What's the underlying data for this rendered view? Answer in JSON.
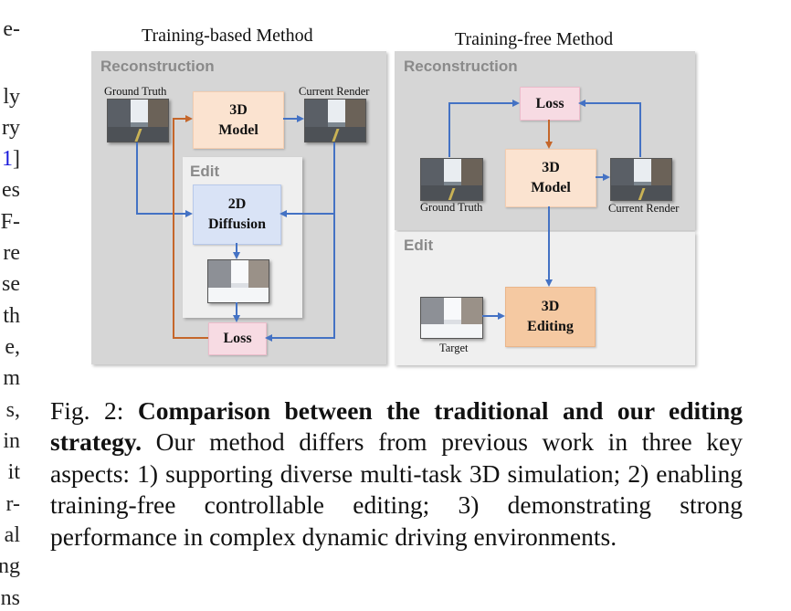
{
  "left_column": {
    "fragments": [
      {
        "text": "e-",
        "link": false
      },
      {
        "text": "ly",
        "link": false
      },
      {
        "text": "ry",
        "link": false
      },
      {
        "text": "1",
        "link": true
      },
      {
        "text": "]",
        "link": false
      },
      {
        "text": "es",
        "link": false
      },
      {
        "text": "F-",
        "link": false
      },
      {
        "text": "re",
        "link": false
      },
      {
        "text": "se",
        "link": false
      },
      {
        "text": "th",
        "link": false
      },
      {
        "text": "e,",
        "link": false
      },
      {
        "text": "m",
        "link": false
      },
      {
        "text": "s,",
        "link": false
      },
      {
        "text": "in",
        "link": false
      },
      {
        "text": "it",
        "link": false
      },
      {
        "text": "r-",
        "link": false
      },
      {
        "text": "al",
        "link": false
      },
      {
        "text": "ng",
        "link": false
      },
      {
        "text": "ns",
        "link": false
      }
    ]
  },
  "figure": {
    "left_panel": {
      "title": "Training-based Method",
      "reconstruction_label": "Reconstruction",
      "edit_label": "Edit",
      "ground_truth_label": "Ground Truth",
      "current_render_label": "Current Render",
      "model_box": [
        "3D",
        "Model"
      ],
      "diffusion_box": [
        "2D",
        "Diffusion"
      ],
      "loss_box": "Loss"
    },
    "right_panel": {
      "title": "Training-free Method",
      "reconstruction_label": "Reconstruction",
      "edit_label": "Edit",
      "loss_box": "Loss",
      "model_box": [
        "3D",
        "Model"
      ],
      "ground_truth_label": "Ground Truth",
      "current_render_label": "Current Render",
      "target_label": "Target",
      "editing_box": [
        "3D",
        "Editing"
      ]
    },
    "colors": {
      "blue_arrow": "#4472c4",
      "orange_arrow": "#c5662a"
    }
  },
  "caption": {
    "prefix": "Fig. 2: ",
    "bold": "Comparison between the traditional and our editing strategy.",
    "body": " Our method differs from previous work in three key aspects: 1) supporting diverse multi-task 3D simulation; 2) enabling training-free controllable editing; 3) demonstrating strong performance in complex dynamic driving environments."
  }
}
